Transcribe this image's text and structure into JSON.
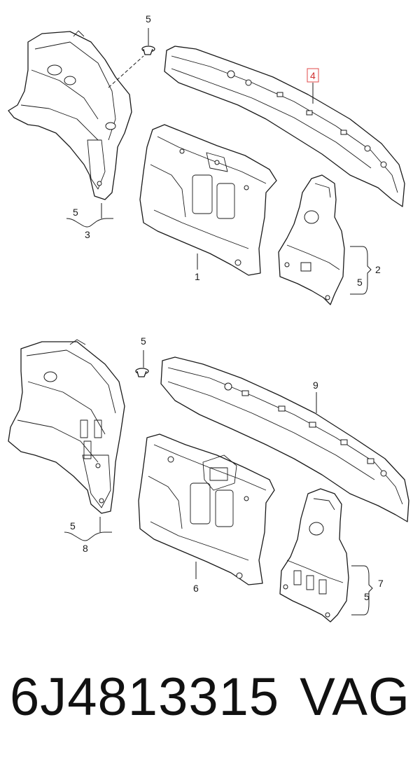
{
  "diagram": {
    "group_a": {
      "side_panel_callout": "3",
      "screw_callout": "5",
      "screw_callout_side": "5",
      "crossmember_callout": "4",
      "bulkhead_callout": "1",
      "bracket_callout": "2",
      "bracket_screw_callout": "5"
    },
    "group_b": {
      "side_panel_callout": "8",
      "screw_callout": "5",
      "screw_callout_side": "5",
      "crossmember_callout": "9",
      "bulkhead_callout": "6",
      "bracket_callout": "7",
      "bracket_screw_callout": "5"
    },
    "highlight_color": "#e04848"
  },
  "footer": {
    "part_number": "6J4813315",
    "brand": "VAG"
  }
}
